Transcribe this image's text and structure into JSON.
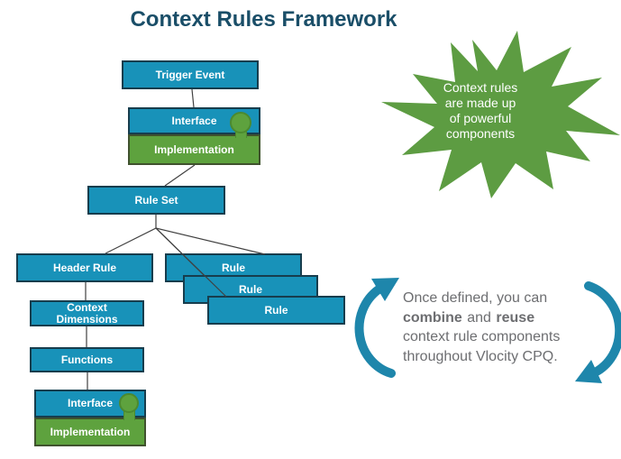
{
  "title": "Context Rules Framework",
  "diagram": {
    "trigger_event": "Trigger Event",
    "interface_top": "Interface",
    "implementation_top": "Implementation",
    "rule_set": "Rule Set",
    "header_rule": "Header Rule",
    "context_dimensions": "Context Dimensions",
    "functions": "Functions",
    "interface_bottom": "Interface",
    "implementation_bottom": "Implementation",
    "rules": [
      "Rule",
      "Rule",
      "Rule"
    ]
  },
  "starburst": {
    "lines": [
      "Context rules",
      "are made up",
      "of powerful",
      "components"
    ]
  },
  "cycle_note": {
    "line1": "Once defined, you can",
    "bold_a": "combine",
    "conj": "and",
    "bold_b": "reuse",
    "line3": "context rule components",
    "line4": "throughout Vlocity CPQ."
  },
  "icons": {
    "puzzle_knob": "puzzle-connector-knob",
    "cycle_arrows": "circular-recycle-arrows",
    "starburst": "explosion-starburst"
  },
  "colors": {
    "box_teal": "#1892b9",
    "box_teal_border": "#173d4d",
    "box_green": "#5ea23e",
    "star_green": "#5d9c42",
    "arrow_teal": "#1e86ab",
    "title_navy": "#1a4e68",
    "note_gray": "#6d6e71",
    "connector": "#404040"
  }
}
